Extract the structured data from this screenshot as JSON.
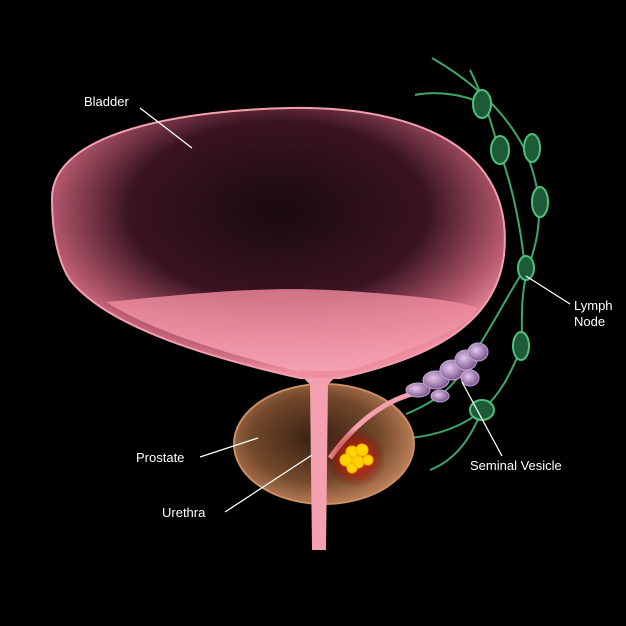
{
  "labels": {
    "bladder": "Bladder",
    "lymph_node": "Lymph\nNode",
    "prostate": "Prostate",
    "urethra": "Urethra",
    "seminal_vesicle": "Seminal Vesicle"
  },
  "colors": {
    "background": "#000000",
    "bladder": "#f08ea0",
    "prostate": "#c98a5a",
    "urethra": "#f4a0b0",
    "lymph": "#3fa66a",
    "seminal_vesicle": "#b890c8",
    "tumor": "#ffd400"
  }
}
